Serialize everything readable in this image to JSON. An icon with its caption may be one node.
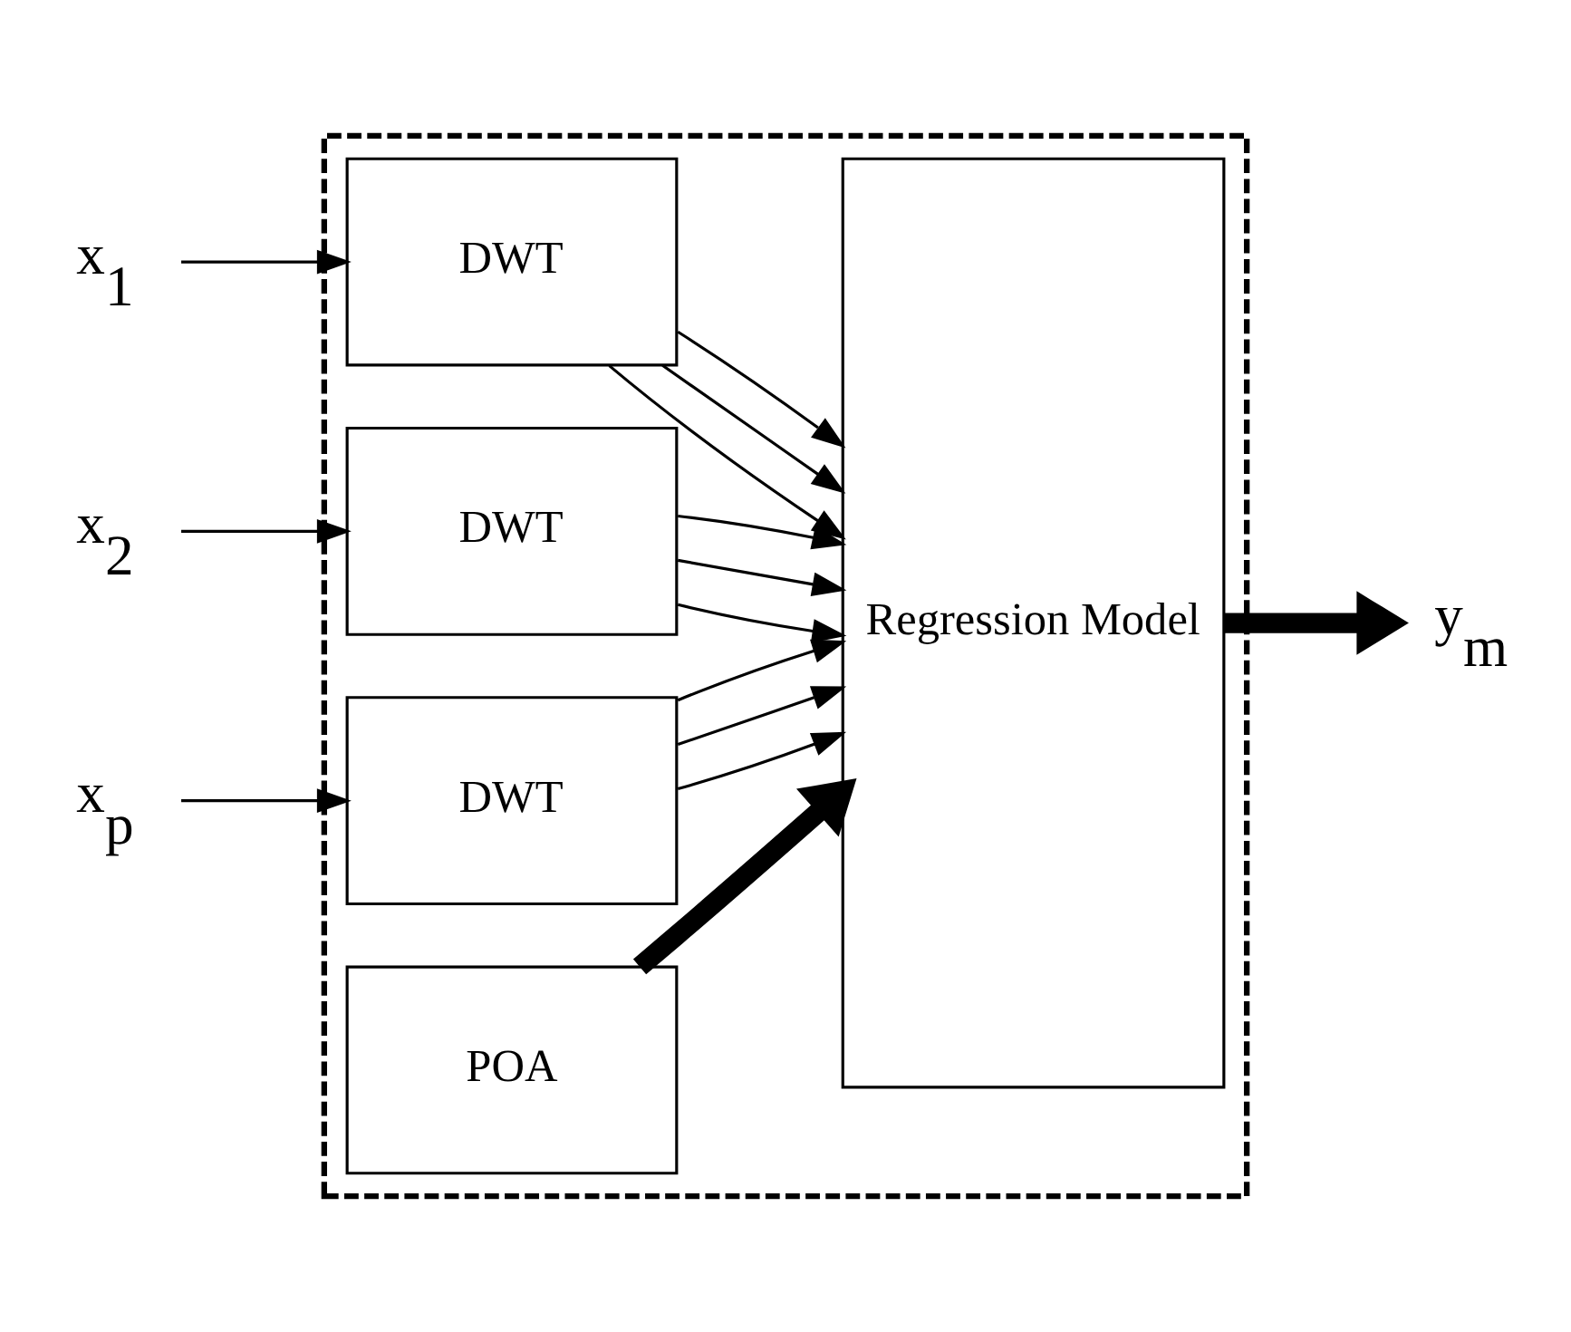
{
  "diagram": {
    "nodes": [
      {
        "text": [],
        "shape": "box"
      },
      {
        "text": [
          "x$_{1}$"
        ]
      },
      {
        "text": [
          "DWT"
        ],
        "in": 0
      },
      {
        "text": [
          "x$_{2}$"
        ]
      },
      {
        "text": [
          "DWT"
        ],
        "in": 0
      },
      {
        "text": [
          "x$_{p}$"
        ]
      },
      {
        "text": [
          "DWT"
        ],
        "in": 0
      },
      {
        "text": [
          "Regression Model"
        ],
        "in": 0
      },
      {
        "text": [
          "POA"
        ],
        "in": 0
      },
      {
        "text": [
          "y$_{m}$"
        ]
      }
    ],
    "edges": [
      {
        "from": 1,
        "to": 2,
        "arrow": "to"
      },
      {
        "from": 2,
        "to": 7,
        "arrow": "to"
      },
      {
        "from": 2,
        "to": 7,
        "arrow": "to"
      },
      {
        "from": 2,
        "to": 7,
        "arrow": "to"
      },
      {
        "from": 3,
        "to": 4,
        "arrow": "to"
      },
      {
        "from": 4,
        "to": 7,
        "arrow": "to"
      },
      {
        "from": 4,
        "to": 7,
        "arrow": "to"
      },
      {
        "from": 4,
        "to": 7,
        "arrow": "to"
      },
      {
        "from": 5,
        "to": 6,
        "arrow": "to"
      },
      {
        "from": 6,
        "to": 7,
        "arrow": "to"
      },
      {
        "from": 6,
        "to": 7,
        "arrow": "to"
      },
      {
        "from": 6,
        "to": 7,
        "arrow": "to"
      },
      {
        "from": 8,
        "to": 7,
        "arrow": "to",
        "style": "thick"
      },
      {
        "from": 7,
        "to": 9,
        "arrow": "to",
        "style": "thick"
      }
    ]
  }
}
